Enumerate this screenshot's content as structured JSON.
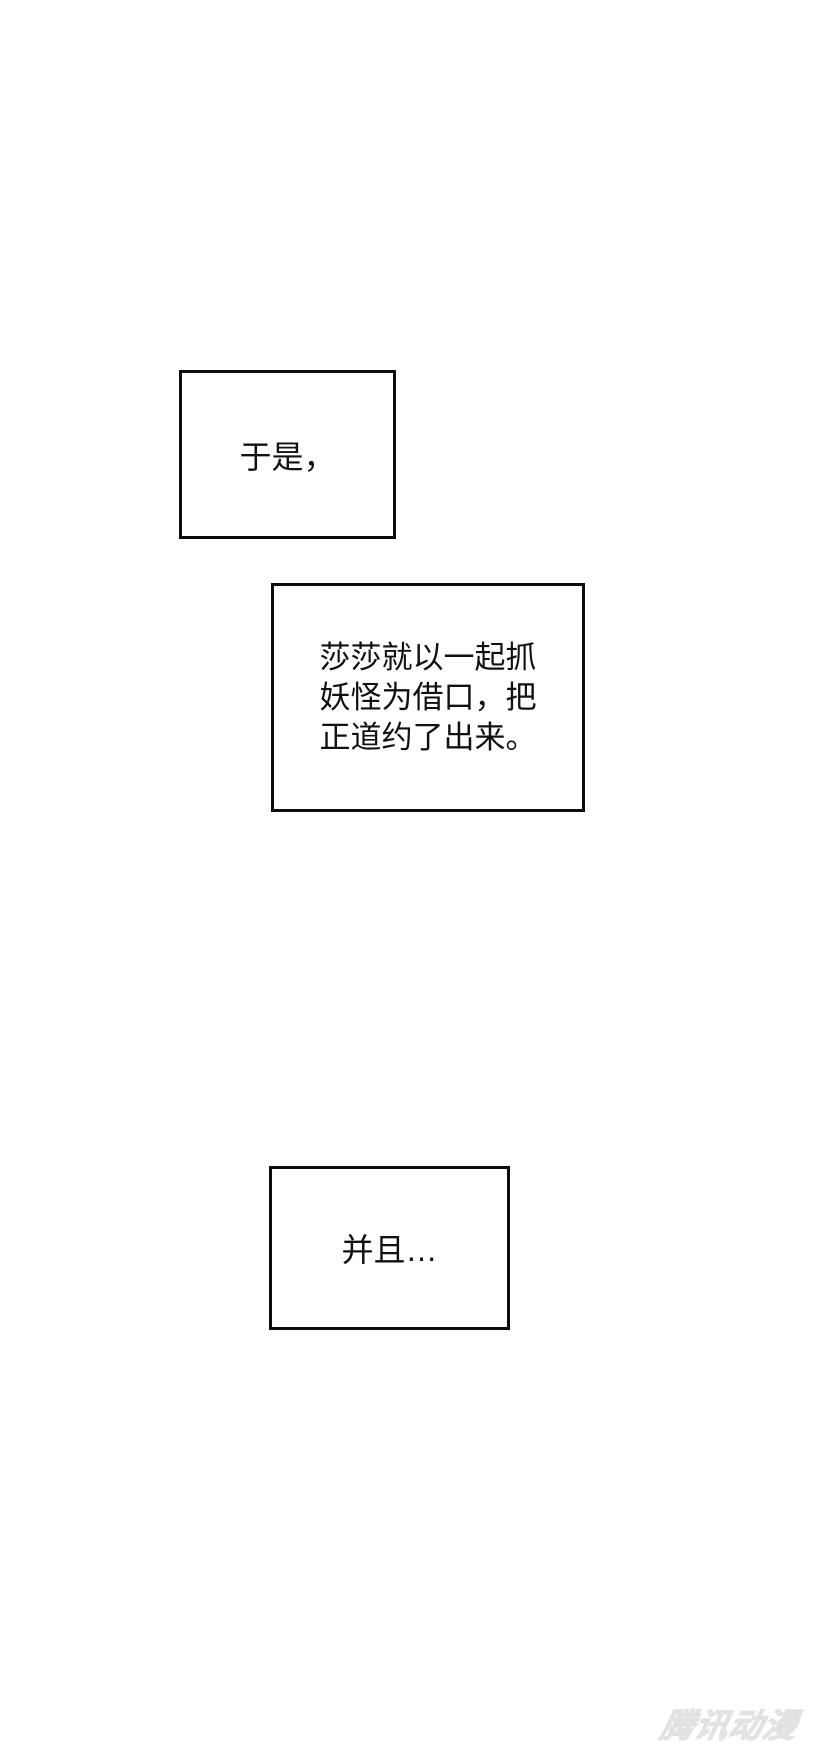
{
  "page": {
    "background_color": "#ffffff",
    "panel_border_color": "#0c0c0c",
    "text_color": "#111111"
  },
  "captions": [
    {
      "text": "于是，"
    },
    {
      "text": "莎莎就以一起抓妖怪为借口，把正道约了出来。",
      "lines": [
        "莎莎就以一起抓",
        "妖怪为借口，把",
        "正道约了出来。"
      ]
    },
    {
      "text": "并且…"
    }
  ],
  "watermark": {
    "text": "腾讯动漫",
    "color": "#ededed"
  }
}
